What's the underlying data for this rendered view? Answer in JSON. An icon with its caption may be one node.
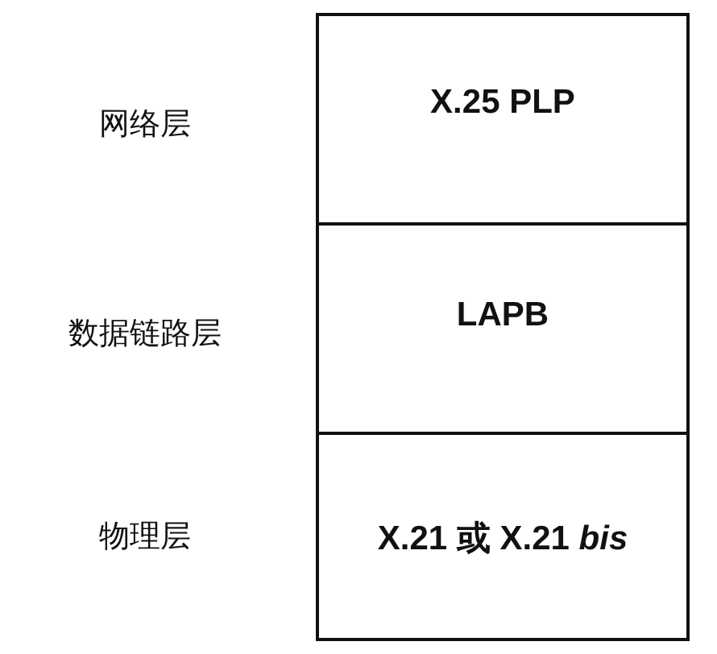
{
  "diagram": {
    "nodes": [
      {
        "text": [
          "X.25 PLP"
        ]
      },
      {
        "text": [
          "LAPB"
        ]
      },
      {
        "text": [
          "X.21 或 X.21 *bis*"
        ]
      }
    ],
    "labels": [
      "网络层",
      "数据链路层",
      "物理层"
    ]
  }
}
